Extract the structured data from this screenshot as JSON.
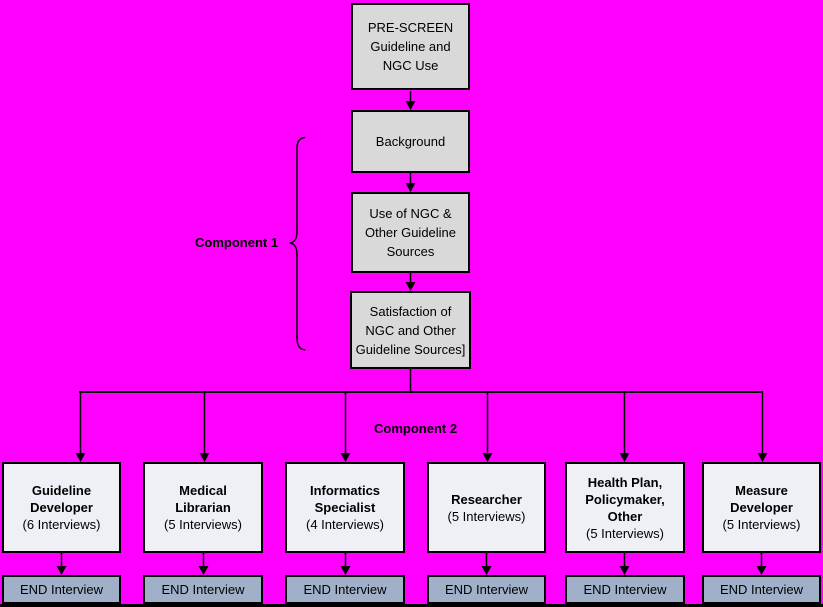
{
  "colors": {
    "background": "#ff00ff",
    "process_box_fill": "#d9d9d9",
    "role_box_fill": "#eef0f5",
    "end_box_fill": "#9fb0c8",
    "line": "#000000",
    "text": "#000000"
  },
  "flow": {
    "prescreen": "PRE-SCREEN\nGuideline and\nNGC Use",
    "background": "Background",
    "use_of_ngc": "Use of NGC &\nOther Guideline\nSources",
    "satisfaction": "Satisfaction of\nNGC and Other\nGuideline Sources]"
  },
  "labels": {
    "component1": "Component 1",
    "component2": "Component 2"
  },
  "roles": [
    {
      "title": "Guideline\nDeveloper",
      "interviews": "(6 Interviews)",
      "end_label": "END Interview"
    },
    {
      "title": "Medical\nLibrarian",
      "interviews": "(5 Interviews)",
      "end_label": "END Interview"
    },
    {
      "title": "Informatics\nSpecialist",
      "interviews": "(4 Interviews)",
      "end_label": "END Interview"
    },
    {
      "title": "Researcher",
      "interviews": "(5 Interviews)",
      "end_label": "END Interview"
    },
    {
      "title": "Health Plan,\nPolicymaker,\nOther",
      "interviews": "(5 Interviews)",
      "end_label": "END Interview"
    },
    {
      "title": "Measure\nDeveloper",
      "interviews": "(5 Interviews)",
      "end_label": "END Interview"
    }
  ]
}
